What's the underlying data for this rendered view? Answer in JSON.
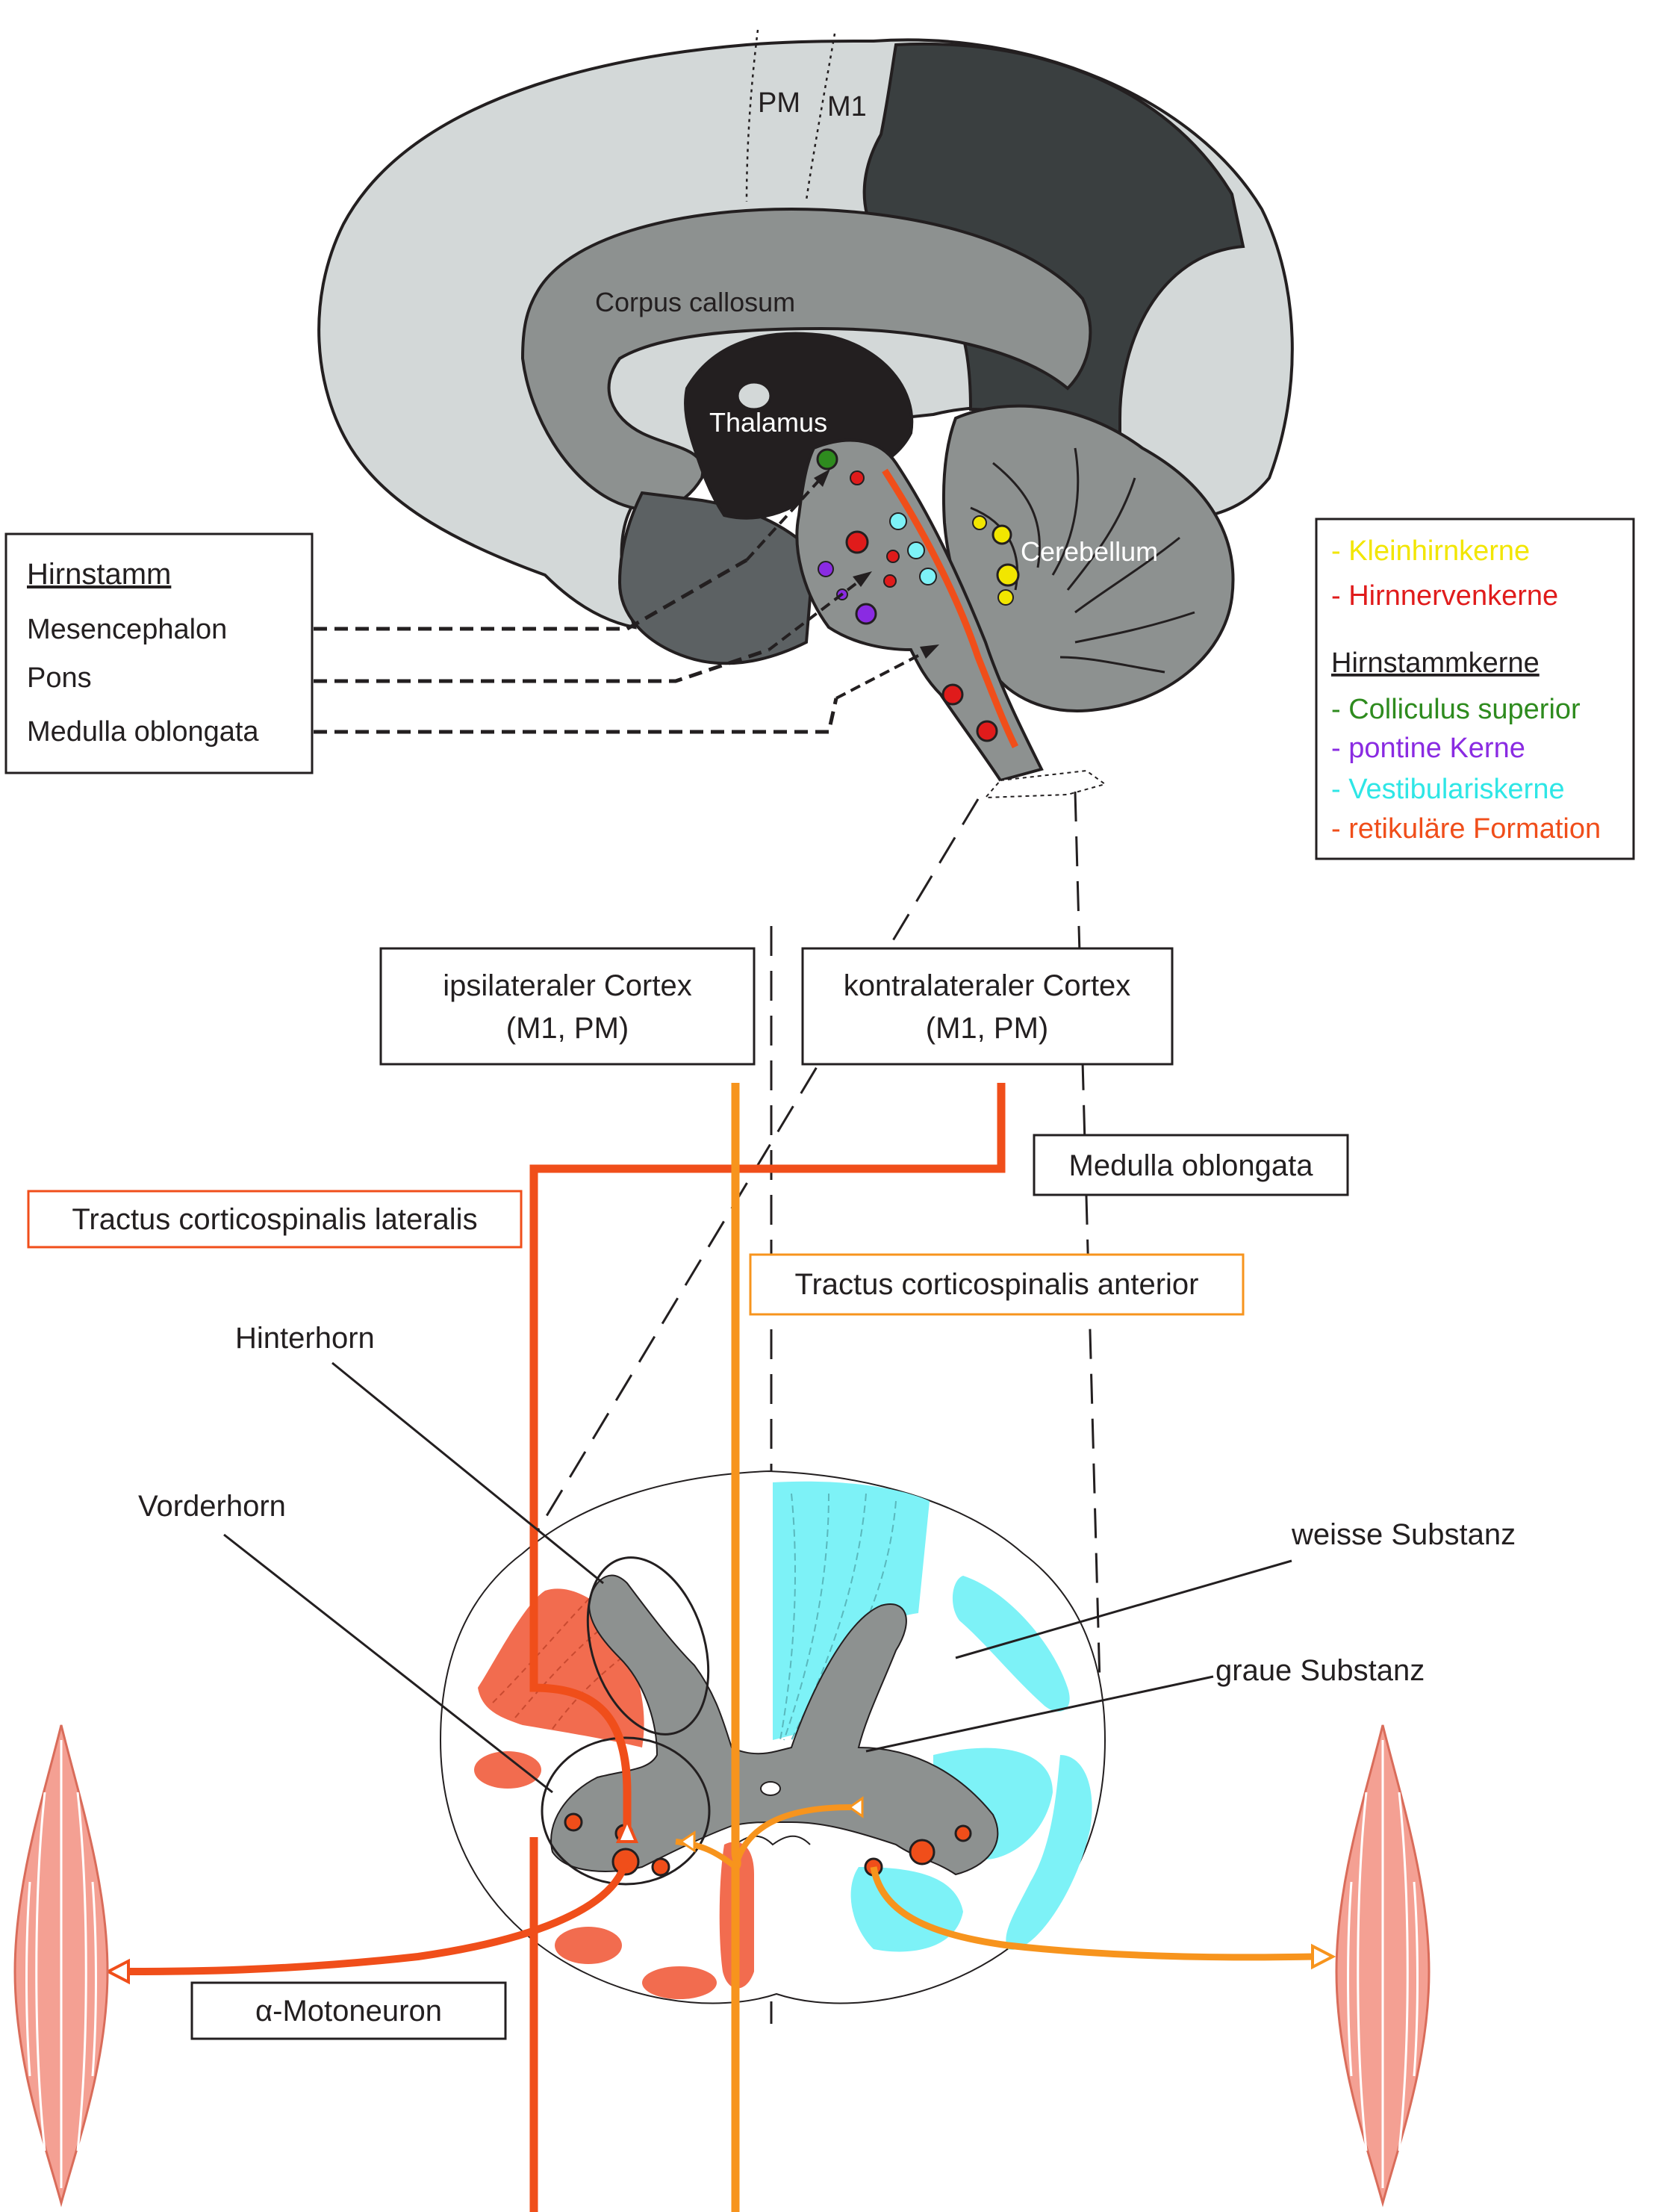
{
  "brain": {
    "pm": "PM",
    "m1": "M1",
    "corpus_callosum": "Corpus callosum",
    "thalamus": "Thalamus",
    "cerebellum": "Cerebellum"
  },
  "hirnstamm_box": {
    "title": "Hirnstamm",
    "items": [
      "Mesencephalon",
      "Pons",
      "Medulla oblongata"
    ]
  },
  "legend": {
    "items": [
      {
        "text": "- Kleinhirnkerne",
        "color": "#f2e600"
      },
      {
        "text": "- Hirnnervenkerne",
        "color": "#e01b1b"
      }
    ],
    "subtitle": "Hirnstammkerne",
    "sub_items": [
      {
        "text": "- Colliculus superior",
        "color": "#2e8b1e"
      },
      {
        "text": "- pontine Kerne",
        "color": "#8a2be2"
      },
      {
        "text": "- Vestibulariskerne",
        "color": "#2ee6e6"
      },
      {
        "text": "- retikuläre Formation",
        "color": "#f04e1a"
      }
    ]
  },
  "boxes": {
    "ipsi_line1": "ipsilateraler Cortex",
    "ipsi_line2": "(M1, PM)",
    "kontra_line1": "kontralateraler Cortex",
    "kontra_line2": "(M1, PM)",
    "medulla": "Medulla oblongata",
    "lateralis": "Tractus corticospinalis lateralis",
    "anterior": "Tractus corticospinalis anterior",
    "motoneuron": "α-Motoneuron"
  },
  "spinal": {
    "hinterhorn": "Hinterhorn",
    "vorderhorn": "Vorderhorn",
    "weisse": "weisse Substanz",
    "graue": "graue Substanz"
  },
  "colors": {
    "lateral_tract": "#f04e1a",
    "anterior_tract": "#f7941d",
    "vestibular": "#7df2f7",
    "lateral_fill": "#f26c4f",
    "grey_matter": "#8d9190",
    "cortex_light": "#d3d8d8",
    "cortex_dark": "#3a3f40"
  }
}
